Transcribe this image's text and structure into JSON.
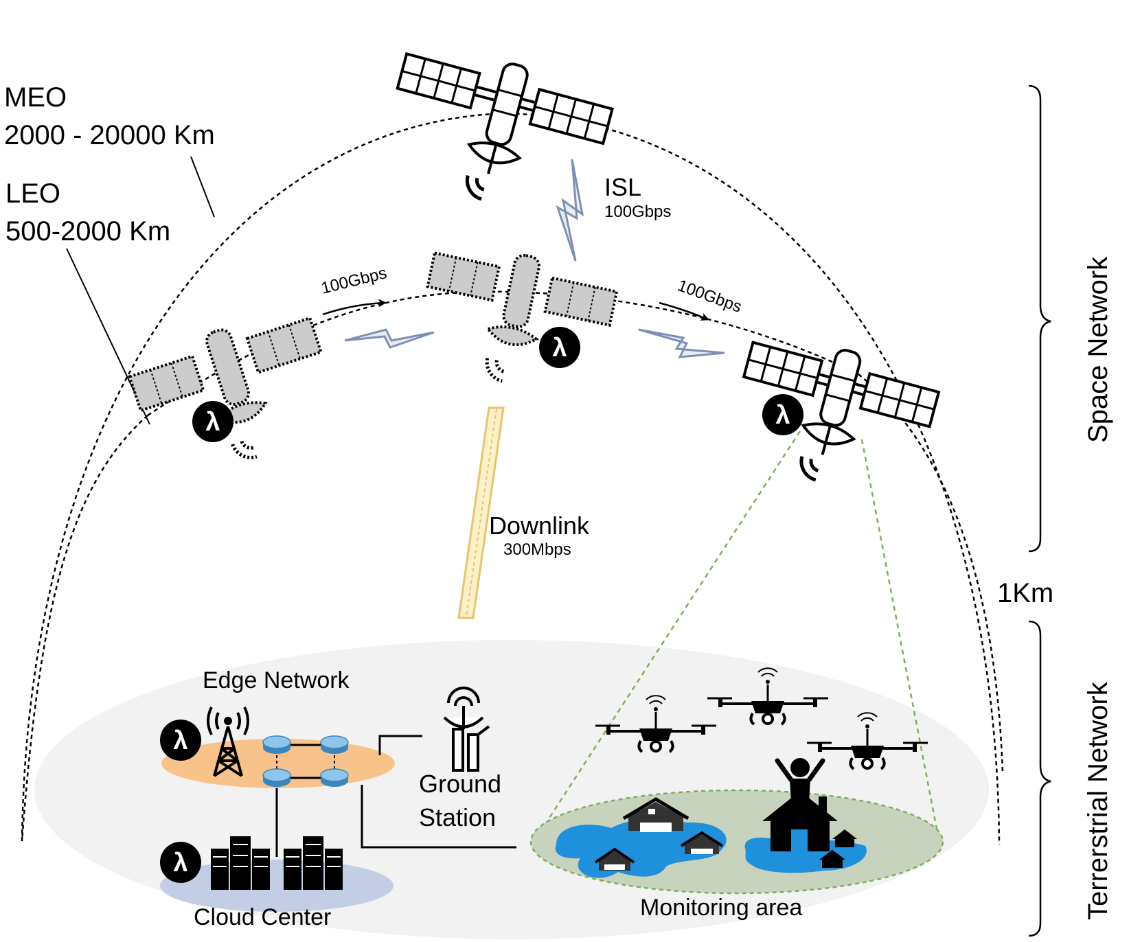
{
  "labels": {
    "meo_name": "MEO",
    "meo_range": "2000 - 20000 Km",
    "leo_name": "LEO",
    "leo_range": "500-2000 Km",
    "isl_name": "ISL",
    "isl_rate": "100Gbps",
    "link_left_rate": "100Gbps",
    "link_right_rate": "100Gbps",
    "downlink_name": "Downlink",
    "downlink_rate": "300Mbps",
    "boundary_altitude": "1Km",
    "space_network": "Space Network",
    "terrestrial_network": "Terrerstrial Network",
    "edge_network": "Edge Network",
    "ground_station_line1": "Ground",
    "ground_station_line2": "Station",
    "cloud_center": "Cloud Center",
    "monitoring_area": "Monitoring area",
    "lambda_symbol": "λ"
  },
  "colors": {
    "orbit": "#000000",
    "isl_bolt": "#7f8fb4",
    "downlink_beam": "#e8c46a",
    "downlink_fill": "#fbf0c8",
    "terrestrial_ground": "#f2f2f2",
    "edge_zone": "#f8c38a",
    "cloud_zone": "#c3cee4",
    "monitoring_zone": "#c7d3bd",
    "monitoring_border": "#7fae5a",
    "flood_water": "#1e90dc",
    "router": "#5aa7d9",
    "leo_body": "#cccccc"
  },
  "icons": {
    "meo_satellite": "satellite-icon",
    "leo_satellites": "satellite-icon",
    "lambda_badge": "lambda-icon",
    "tower": "radio-tower-icon",
    "router": "router-icon",
    "server": "server-rack-icon",
    "ground_station": "satellite-dish-icon",
    "drone": "drone-icon",
    "house": "house-icon",
    "person": "person-icon"
  }
}
